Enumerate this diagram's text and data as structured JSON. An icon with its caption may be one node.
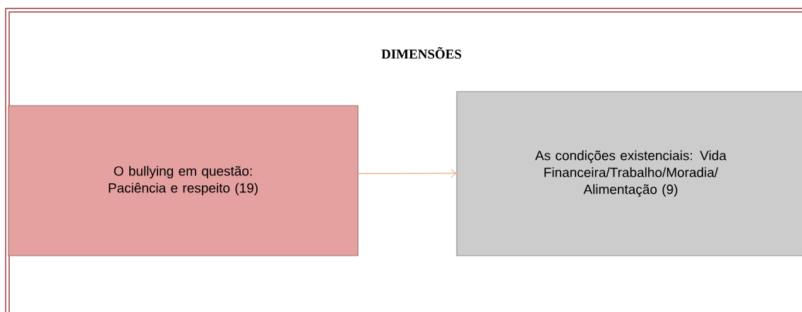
{
  "diagram": {
    "title": "DIMENSÕES",
    "nodes": [
      {
        "text": [
          "O bullying em questão: Paciência e respeito (19)"
        ]
      },
      {
        "text": [
          "As condições existenciais: Vida Financeira/Trabalho/Moradia/ Alimentação (9)"
        ]
      }
    ],
    "edges": [
      {
        "from": 0,
        "to": 1,
        "arrow": "to",
        "color": "#f08030"
      }
    ]
  }
}
